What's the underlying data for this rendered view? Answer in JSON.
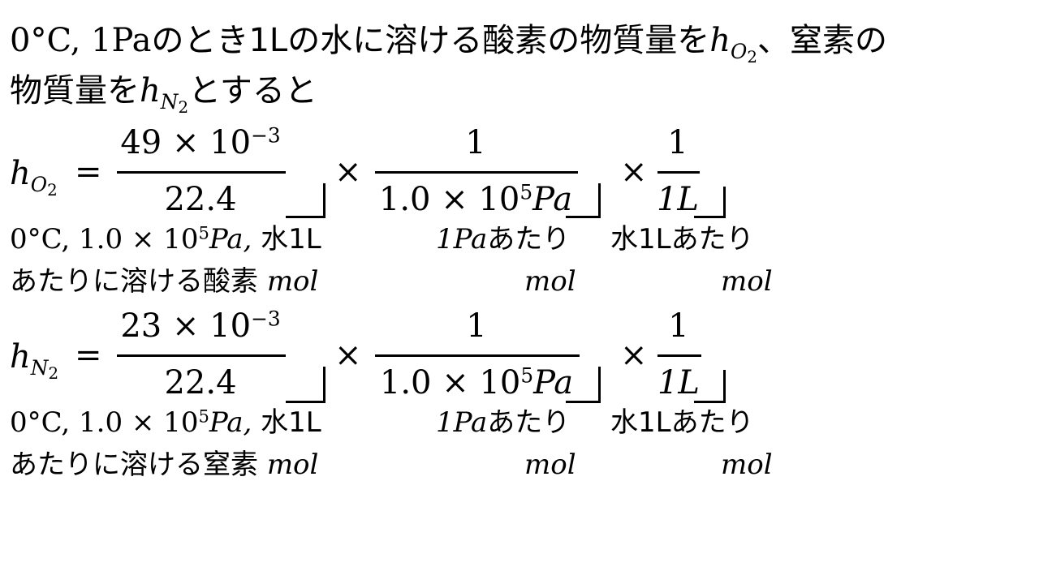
{
  "intro": {
    "line1_cond": "0°C, 1Pa",
    "line1_text": "のとき1Lの水に溶ける酸素の物質量を",
    "line1_var": "h",
    "line1_sub": "O",
    "line1_subsub": "2",
    "line1_tail": "、窒素の",
    "line2_text": "物質量を",
    "line2_var": "h",
    "line2_sub": "N",
    "line2_subsub": "2",
    "line2_tail": "とすると"
  },
  "oxygen": {
    "lhs_var": "h",
    "lhs_sub": "O",
    "lhs_subsub": "2",
    "equals": "=",
    "frac1_num": "49 × 10",
    "frac1_num_exp": "−3",
    "frac1_den": "22.4",
    "times": "×",
    "frac2_num": "1",
    "frac2_den": "1.0 × 10",
    "frac2_den_exp": "5",
    "frac2_den_unit": "Pa",
    "frac3_num": "1",
    "frac3_den": "1L",
    "label1_line1": "0°C, 1.0 × 10",
    "label1_exp": "5",
    "label1_line1b": "Pa, ",
    "label1_line1c": "水1L",
    "label1_line2": "あたりに溶ける酸素 ",
    "label1_unit": "mol",
    "label2_line1": "1Pa",
    "label2_line1b": "あたり",
    "label2_unit": "mol",
    "label3_line1": "水1L",
    "label3_line1b": "あたり",
    "label3_unit": "mol"
  },
  "nitrogen": {
    "lhs_var": "h",
    "lhs_sub": "N",
    "lhs_subsub": "2",
    "equals": "=",
    "frac1_num": "23 × 10",
    "frac1_num_exp": "−3",
    "frac1_den": "22.4",
    "times": "×",
    "frac2_num": "1",
    "frac2_den": "1.0 × 10",
    "frac2_den_exp": "5",
    "frac2_den_unit": "Pa",
    "frac3_num": "1",
    "frac3_den": "1L",
    "label1_line1": "0°C, 1.0 × 10",
    "label1_exp": "5",
    "label1_line1b": "Pa, ",
    "label1_line1c": "水1L",
    "label1_line2": "あたりに溶ける窒素 ",
    "label1_unit": "mol",
    "label2_line1": "1Pa",
    "label2_line1b": "あたり",
    "label2_unit": "mol",
    "label3_line1": "水1L",
    "label3_line1b": "あたり",
    "label3_unit": "mol"
  }
}
